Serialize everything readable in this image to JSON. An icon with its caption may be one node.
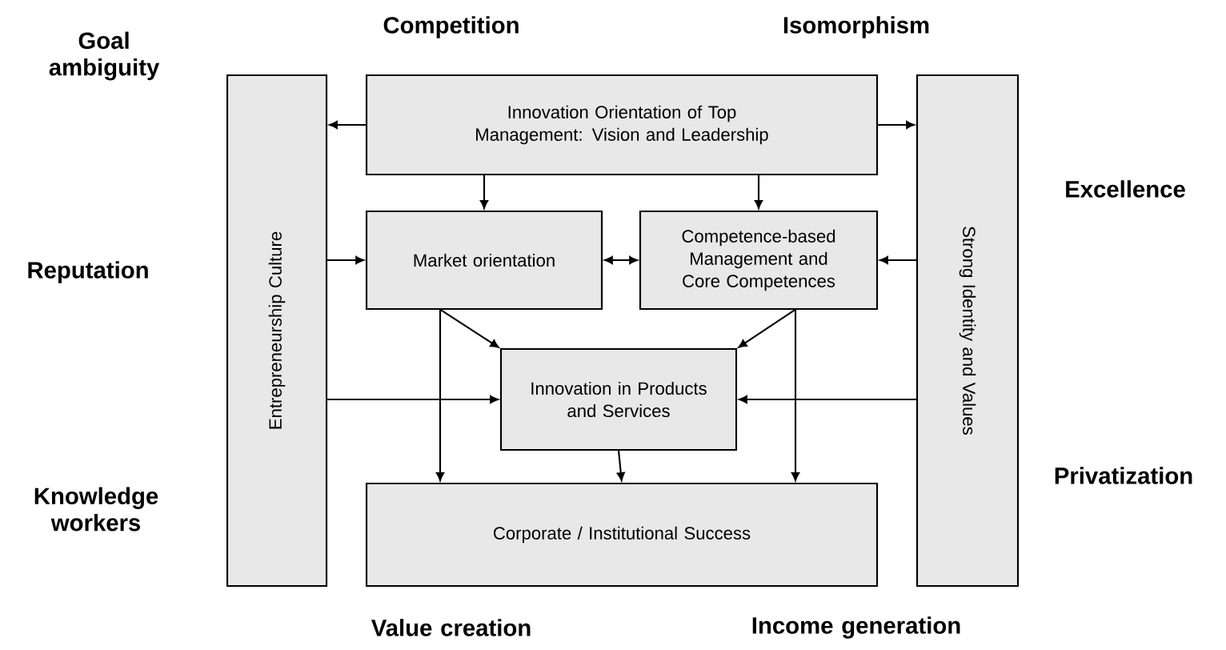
{
  "diagram": {
    "nodes": [
      {
        "text": [
          "Entrepreneurship Culture"
        ]
      },
      {
        "text": [
          "Innovation Orientation of Top Management: Vision and Leadership"
        ]
      },
      {
        "text": [
          "Strong Identity and Values"
        ]
      },
      {
        "text": [
          "Market orientation"
        ]
      },
      {
        "text": [
          "Competence-based Management and Core Competences"
        ]
      },
      {
        "text": [
          "Innovation in Products and Services"
        ]
      },
      {
        "text": [
          "Corporate / Institutional Success"
        ]
      }
    ],
    "edges": [
      {
        "from": 1,
        "to": 0,
        "arrow": "to"
      },
      {
        "from": 1,
        "to": 2,
        "arrow": "to"
      },
      {
        "from": 1,
        "to": 3,
        "arrow": "to"
      },
      {
        "from": 1,
        "to": 4,
        "arrow": "to"
      },
      {
        "from": 0,
        "to": 3,
        "arrow": "to"
      },
      {
        "from": 3,
        "to": 4,
        "arrow": "both"
      },
      {
        "from": 2,
        "to": 4,
        "arrow": "to"
      },
      {
        "from": 3,
        "to": 5,
        "arrow": "to"
      },
      {
        "from": 4,
        "to": 5,
        "arrow": "to"
      },
      {
        "from": 0,
        "to": 5,
        "arrow": "to"
      },
      {
        "from": 2,
        "to": 5,
        "arrow": "to"
      },
      {
        "from": 3,
        "to": 6,
        "arrow": "to"
      },
      {
        "from": 5,
        "to": 6,
        "arrow": "to"
      },
      {
        "from": 4,
        "to": 6,
        "arrow": "to"
      }
    ],
    "labels": [
      "Goal ambiguity",
      "Competition",
      "Isomorphism",
      "Excellence",
      "Reputation",
      "Privatization",
      "Knowledge workers",
      "Value creation",
      "Income generation"
    ]
  }
}
